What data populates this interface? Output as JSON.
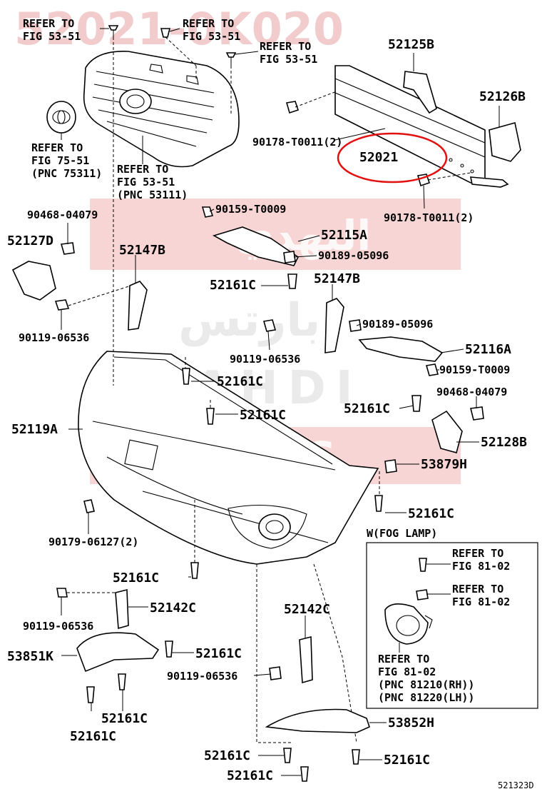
{
  "watermark": {
    "part_number": "52021-0K020",
    "arabic_line1": "النهدي",
    "arabic_line2": "بارتس",
    "latin_line1": "NAHDI",
    "latin_line2": "PARTS"
  },
  "diagram_code": "521323D",
  "highlighted_part": "52021",
  "labels": {
    "refer_53_51_a": [
      "REFER TO",
      "FIG 53-51"
    ],
    "refer_53_51_b": [
      "REFER TO",
      "FIG 53-51"
    ],
    "refer_53_51_c": [
      "REFER TO",
      "FIG 53-51"
    ],
    "refer_75_51": [
      "REFER TO",
      "FIG 75-51",
      "(PNC 75311)"
    ],
    "refer_53_51_grille": [
      "REFER TO",
      "FIG 53-51",
      "(PNC 53111)"
    ],
    "p52125B": "52125B",
    "p52126B": "52126B",
    "p90178_a": "90178-T0011(2)",
    "p52021": "52021",
    "p90178_b": "90178-T0011(2)",
    "p90468_a": "90468-04079",
    "p52127D": "52127D",
    "p90159_a": "90159-T0009",
    "p52115A": "52115A",
    "p52147B_a": "52147B",
    "p90189_a": "90189-05096",
    "p52161C_a": "52161C",
    "p52147B_b": "52147B",
    "p90119_a": "90119-06536",
    "p90189_b": "90189-05096",
    "p90119_b": "90119-06536",
    "p52116A": "52116A",
    "p52161C_b": "52161C",
    "p90159_b": "90159-T0009",
    "p52161C_c": "52161C",
    "p90468_b": "90468-04079",
    "p52161C_d": "52161C",
    "p52119A": "52119A",
    "p52128B": "52128B",
    "p53879H": "53879H",
    "p90179": "90179-06127(2)",
    "p52161C_e": "52161C",
    "fog_title": "W(FOG LAMP)",
    "refer_81_02_a": [
      "REFER TO",
      "FIG 81-02"
    ],
    "refer_81_02_b": [
      "REFER TO",
      "FIG 81-02"
    ],
    "p52161C_f": "52161C",
    "p90119_c": "90119-06536",
    "p52142C_a": "52142C",
    "refer_81_02_c": [
      "REFER TO",
      "FIG 81-02",
      "(PNC 81210(RH))",
      "(PNC 81220(LH))"
    ],
    "p53851K": "53851K",
    "p52161C_g": "52161C",
    "p52142C_b": "52142C",
    "p90119_d": "90119-06536",
    "p52161C_h": "52161C",
    "p52161C_i": "52161C",
    "p53852H": "53852H",
    "p52161C_j": "52161C",
    "p52161C_k": "52161C",
    "p52161C_l": "52161C"
  }
}
